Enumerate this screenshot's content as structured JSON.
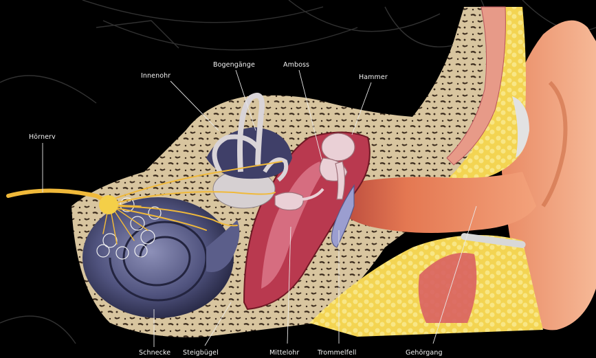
{
  "labels": {
    "hoernerv": "Hörnerv",
    "innenohr": "Innenohr",
    "bogengaenge": "Bogengänge",
    "amboss": "Amboss",
    "hammer": "Hammer",
    "schnecke": "Schnecke",
    "steigbuegel": "Steigbügel",
    "mittelohr": "Mittelohr",
    "trommelfell": "Trommelfell",
    "gehoergang": "Gehörgang"
  },
  "colors": {
    "background": "#000000",
    "bone": "#d9c6a0",
    "ear_skin": "#f2a27e",
    "canal": "#ee8c60",
    "fat": "#f2d24a",
    "nerve": "#f0b93a",
    "cochlea": "#4a4c78",
    "middle_ear": "#b9394f",
    "ossicles": "#e9cdd4"
  }
}
